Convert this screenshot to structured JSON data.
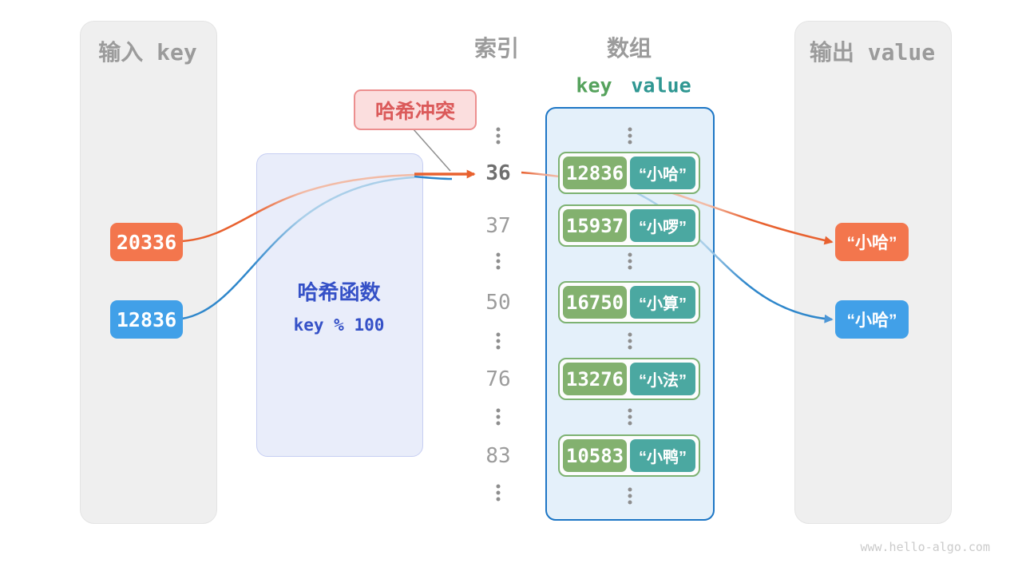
{
  "diagram": {
    "input_panel": {
      "title": "输入 key",
      "keys": [
        {
          "text": "20336",
          "color": "#F3764D"
        },
        {
          "text": "12836",
          "color": "#41A0E8"
        }
      ]
    },
    "hash_function": {
      "title": "哈希函数",
      "formula": "key % 100"
    },
    "collision_label": "哈希冲突",
    "index_column": {
      "title": "索引",
      "values": [
        "36",
        "37",
        "50",
        "76",
        "83"
      ],
      "highlighted": "36"
    },
    "array": {
      "title": "数组",
      "key_header": "key",
      "value_header": "value",
      "pairs": [
        {
          "key": "12836",
          "value": "“小哈”"
        },
        {
          "key": "15937",
          "value": "“小啰”"
        },
        {
          "key": "16750",
          "value": "“小算”"
        },
        {
          "key": "13276",
          "value": "“小法”"
        },
        {
          "key": "10583",
          "value": "“小鸭”"
        }
      ]
    },
    "output_panel": {
      "title": "输出 value",
      "values": [
        {
          "text": "“小哈”",
          "color": "#F3764D"
        },
        {
          "text": "“小哈”",
          "color": "#41A0E8"
        }
      ]
    },
    "watermark": "www.hello-algo.com"
  },
  "colors": {
    "orange_line": "#E8612F",
    "blue_line": "#2F87CB",
    "orange_faded": "#F2BBA6",
    "blue_faded": "#AACFE9",
    "hash_text": "#3551C7",
    "collision_red": "#DB5A5A",
    "array_border": "#1D76C5",
    "pair_green": "#83B16F",
    "pair_teal": "#4BA8A1",
    "gray_text": "#9B9B9B"
  }
}
